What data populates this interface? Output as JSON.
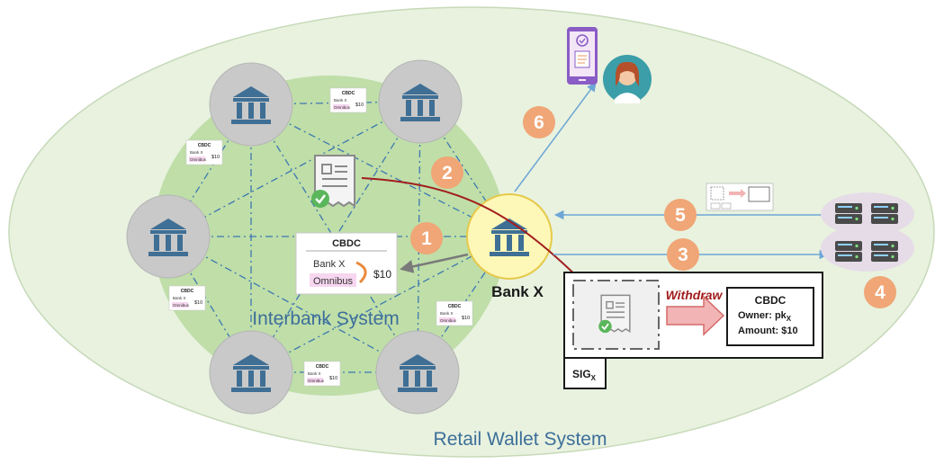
{
  "systems": {
    "retail_label": "Retail Wallet System",
    "interbank_label": "Interbank System"
  },
  "bank_x": {
    "label": "Bank X"
  },
  "ledger_card": {
    "title": "CBDC",
    "from": "Bank X",
    "to": "Omnibus",
    "amount": "$10"
  },
  "mini_cards": [
    {
      "title": "CBDC",
      "from": "Bank X",
      "to": "Omnibus",
      "amount": "$10"
    },
    {
      "title": "CBDC",
      "from": "Bank X",
      "to": "Omnibus",
      "amount": "$10"
    },
    {
      "title": "CBDC",
      "from": "Bank X",
      "to": "Omnibus",
      "amount": "$10"
    },
    {
      "title": "CBDC",
      "from": "Bank X",
      "to": "Omnibus",
      "amount": "$10"
    },
    {
      "title": "CBDC",
      "from": "Bank X",
      "to": "Omnibus",
      "amount": "$10"
    }
  ],
  "withdraw_box": {
    "action_label": "Withdraw",
    "token_title": "CBDC",
    "owner_label": "Owner: pk",
    "owner_sub": "X",
    "amount_label": "Amount: $10",
    "sig_label": "SIG",
    "sig_sub": "X"
  },
  "steps": [
    "1",
    "2",
    "3",
    "4",
    "5",
    "6"
  ],
  "icons": [
    "bank-icon",
    "receipt-check-icon",
    "server-rack-icon",
    "smartphone-icon",
    "user-avatar-icon"
  ],
  "colors": {
    "outer_ellipse": "#e8f2df",
    "inner_ellipse": "#bfdea8",
    "bank_circle": "#c9c9c9",
    "bank_icon": "#3f6f95",
    "bank_x_fill": "#fdf7b8",
    "bank_x_stroke": "#e6c94a",
    "step_badge": "#f0a676",
    "arrow_blue": "#6ea6d6",
    "arrow_red": "#a11d1d",
    "link_line": "#3d78b0"
  }
}
